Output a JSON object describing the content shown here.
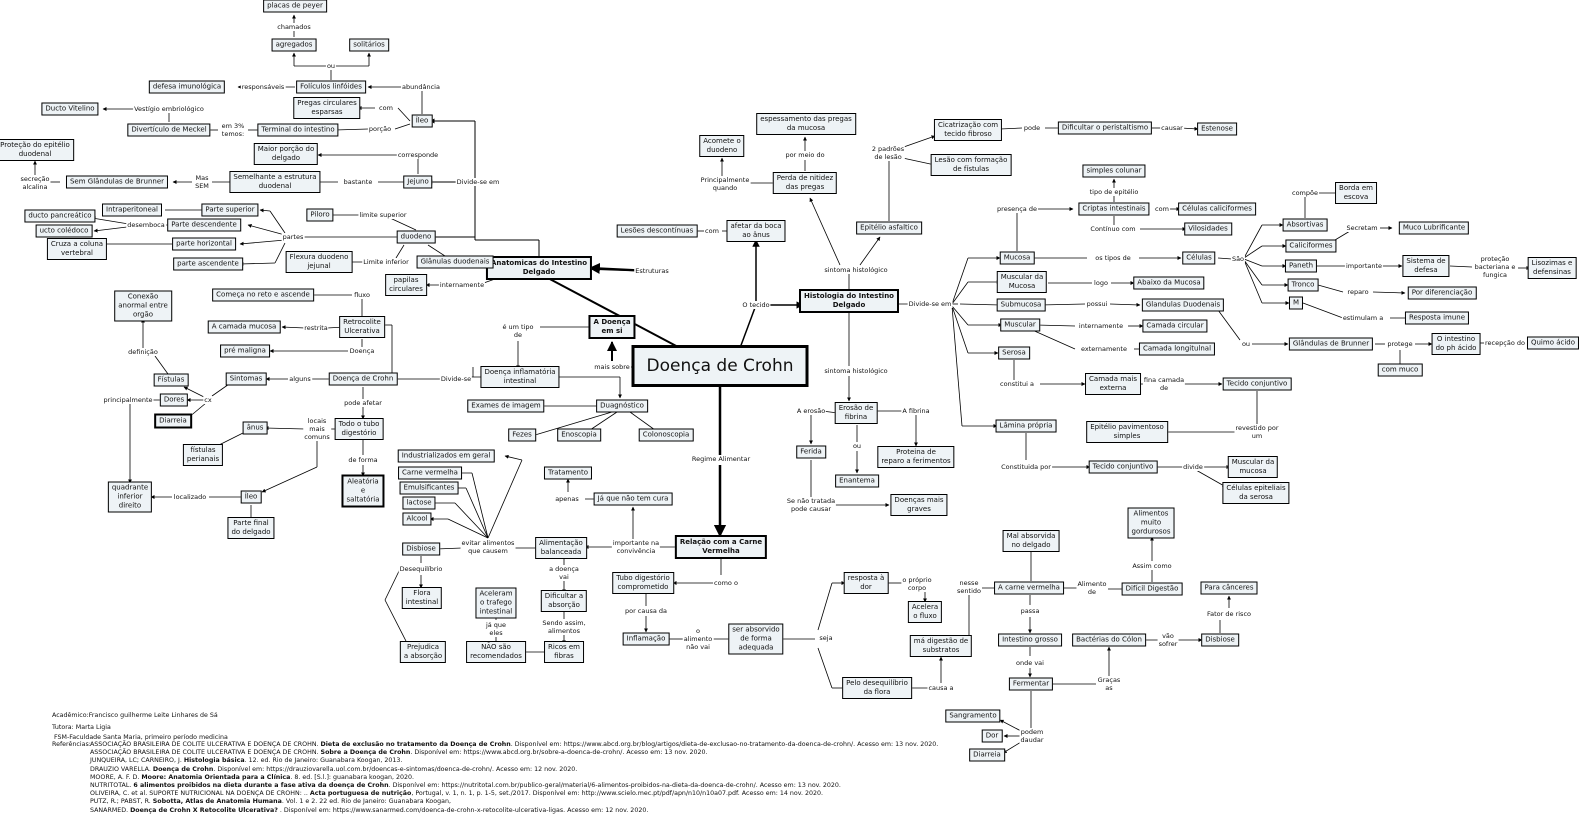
{
  "title": "Doença de Crohn",
  "colors": {
    "node_fill": "#eef3f6",
    "line": "#000000",
    "background": "#ffffff"
  },
  "nodes": {
    "root": {
      "text": "Doença de Crohn"
    },
    "anat": {
      "text": "Anatomicas do Intestino\nDelgado"
    },
    "hist": {
      "text": "Histologia do Intestino\nDelgado"
    },
    "doenca_em_si": {
      "text": "A Doença\nem si"
    },
    "relacao": {
      "text": "Relação com a Carne\nVermelha"
    },
    "placas": {
      "text": "placas de peyer"
    },
    "agregados": {
      "text": "agregados"
    },
    "solitarios": {
      "text": "solitários"
    },
    "defesa": {
      "text": "defesa imunológica"
    },
    "foliculos": {
      "text": "Folículos linfóides"
    },
    "pregas_circ": {
      "text": "Pregas circulares\nesparsas"
    },
    "ileo": {
      "text": "Íleo"
    },
    "ducto_vit": {
      "text": "Ducto Vitelino"
    },
    "diverticulo": {
      "text": "Divertículo de Meckel"
    },
    "terminal": {
      "text": "Terminal do intestino"
    },
    "protecao_epi": {
      "text": "Proteção do epitélio\nduodenal"
    },
    "maior_porcao": {
      "text": "Maior porção do\ndelgado"
    },
    "sem_brunner": {
      "text": "Sem Glândulas de Brunner"
    },
    "semelhante": {
      "text": "Semelhante a estrutura\nduodenal"
    },
    "jejuno": {
      "text": "Jejuno"
    },
    "intraperit": {
      "text": "Intraperitoneal"
    },
    "parte_sup": {
      "text": "Parte superior"
    },
    "ducto_panc": {
      "text": "ducto pancreático"
    },
    "parte_desc": {
      "text": "Parte descendente"
    },
    "ducto_col": {
      "text": "ucto colédoco"
    },
    "cruza": {
      "text": "Cruza a coluna\nvertebral"
    },
    "parte_hor": {
      "text": "parte horizontal"
    },
    "parte_asc": {
      "text": "parte ascendente"
    },
    "piloro": {
      "text": "Piloro"
    },
    "duodeno": {
      "text": "duodeno"
    },
    "flexura": {
      "text": "Flexura duodeno\njejunal"
    },
    "glan_duod_l": {
      "text": "Glânulas duodenais"
    },
    "papilas": {
      "text": "papilas\ncirculares"
    },
    "conexao": {
      "text": "Conexão\nanormal entre\norgão"
    },
    "comeca": {
      "text": "Começa no reto e ascende"
    },
    "retocolite": {
      "text": "Retrocolite\nUlcerativa"
    },
    "camada_muc": {
      "text": "A camada mucosa"
    },
    "pre_maligna": {
      "text": "pré maligna"
    },
    "fistulas": {
      "text": "Fístulas"
    },
    "sintomas": {
      "text": "Sintomas"
    },
    "doenca_crohn2": {
      "text": "Doença de Crohn"
    },
    "dores": {
      "text": "Dores"
    },
    "diarreia1": {
      "text": "Diarreia"
    },
    "anus": {
      "text": "ânus"
    },
    "todo_tubo": {
      "text": "Todo o tubo\ndigestório"
    },
    "fist_perianais": {
      "text": "fístulas\nperianais"
    },
    "quadrante": {
      "text": "quadrante\ninferior\ndireito"
    },
    "ileo2": {
      "text": "Íleo"
    },
    "aleatoria": {
      "text": "Aleatória\ne\nsaltatória"
    },
    "parte_final": {
      "text": "Parte final\ndo delgado"
    },
    "dii": {
      "text": "Doença inflamatória\nintestinal"
    },
    "exames": {
      "text": "Exames de imagem"
    },
    "diagnostico": {
      "text": "Duagnóstico"
    },
    "fezes": {
      "text": "Fezes"
    },
    "enoscopia": {
      "text": "Enoscopia"
    },
    "colonoscopia": {
      "text": "Colonoscopia"
    },
    "industrial": {
      "text": "Industrializados em geral"
    },
    "carne_v": {
      "text": "Carne vermelha"
    },
    "emulsif": {
      "text": "Emulsificantes"
    },
    "lactose": {
      "text": "lactose"
    },
    "alcool": {
      "text": "Alcool"
    },
    "disbiose1": {
      "text": "Disbiose"
    },
    "flora": {
      "text": "Flora\nintestinal"
    },
    "prejudica": {
      "text": "Prejudica\na absorção"
    },
    "tratamento": {
      "text": "Tratamento"
    },
    "ja_que": {
      "text": "Já que não tem cura"
    },
    "alim_bal": {
      "text": "Alimentação\nbalanceada"
    },
    "aceleram": {
      "text": "Aceleram\no trafego\nintestinal"
    },
    "dificultar": {
      "text": "Dificultar a\nabsorção"
    },
    "nao_rec": {
      "text": "NÃO são\nrecomendados"
    },
    "ricos": {
      "text": "Ricos em\nfibras"
    },
    "tubo_comp": {
      "text": "Tubo digestório\ncomprometido"
    },
    "inflamacao": {
      "text": "Inflamação"
    },
    "ser_abs": {
      "text": "ser absorvido\nde forma\nadequada"
    },
    "acomete": {
      "text": "Acomete o\nduodeno"
    },
    "espessamento": {
      "text": "espessamento das pregas\nda mucosa"
    },
    "perda": {
      "text": "Perda de nitidez\ndas pregas"
    },
    "lesoes_desc": {
      "text": "Lesões descontínuas"
    },
    "afetar": {
      "text": "afetar da boca\nao ânus"
    },
    "epitelio_asf": {
      "text": "Epitélio asfaltico"
    },
    "cicatrizacao": {
      "text": "Cicatrização com\ntecido fibroso"
    },
    "lesao_fist": {
      "text": "Lesão com formação\nde fístulas"
    },
    "dificultar_per": {
      "text": "Dificultar o peristaltismo"
    },
    "estenose": {
      "text": "Estenose"
    },
    "erosao": {
      "text": "Erosão de\nfibrina"
    },
    "ferida": {
      "text": "Ferida"
    },
    "enantema": {
      "text": "Enantema"
    },
    "proteina": {
      "text": "Proteina de\nreparo a ferimentos"
    },
    "doencas_graves": {
      "text": "Doenças mais\ngraves"
    },
    "simples_col": {
      "text": "simples colunar"
    },
    "criptas": {
      "text": "Criptas intestinais"
    },
    "cel_calic": {
      "text": "Células caliciformes"
    },
    "vilosidades": {
      "text": "Vilosidades"
    },
    "mucosa": {
      "text": "Mucosa"
    },
    "celulas": {
      "text": "Células"
    },
    "musc_mucosa": {
      "text": "Muscular da\nMucosa"
    },
    "abaixo": {
      "text": "Abaixo da Mucosa"
    },
    "submucosa": {
      "text": "Submucosa"
    },
    "glan_duod_r": {
      "text": "Glandulas Duodenais"
    },
    "muscular": {
      "text": "Muscular"
    },
    "cam_circ": {
      "text": "Camada circular"
    },
    "cam_long": {
      "text": "Camada longitulnal"
    },
    "serosa": {
      "text": "Serosa"
    },
    "cam_ext": {
      "text": "Camada mais\nexterna"
    },
    "tec_conj1": {
      "text": "Tecido conjuntivo"
    },
    "epi_pav": {
      "text": "Epitélio pavimentoso\nsimples"
    },
    "lamina": {
      "text": "Lâmina própria"
    },
    "tec_conj2": {
      "text": "Tecido conjuntivo"
    },
    "musc_da_muc": {
      "text": "Muscular da\nmucosa"
    },
    "cel_epi_ser": {
      "text": "Células epiteliais\nda serosa"
    },
    "borda": {
      "text": "Borda em\nescova"
    },
    "absortivas": {
      "text": "Absortivas"
    },
    "caliciformes": {
      "text": "Caliciformes"
    },
    "muco_lub": {
      "text": "Muco Lubrificante"
    },
    "paneth": {
      "text": "Paneth"
    },
    "sist_defesa": {
      "text": "Sistema de\ndefesa"
    },
    "lisozimas": {
      "text": "Lisozimas e\ndefensinas"
    },
    "tronco": {
      "text": "Tronco"
    },
    "por_dif": {
      "text": "Por diferenciação"
    },
    "m_cell": {
      "text": "M"
    },
    "resp_imune": {
      "text": "Resposta imune"
    },
    "glan_brunner": {
      "text": "Glândulas de Brunner"
    },
    "o_intestino": {
      "text": "O intestino\ndo ph ácido"
    },
    "quimo": {
      "text": "Quimo ácido"
    },
    "com_muco": {
      "text": "com muco"
    },
    "resposta_dor": {
      "text": "resposta à\ndor"
    },
    "acelera": {
      "text": "Acelera\no fluxo"
    },
    "ma_digestao": {
      "text": "má digestão de\nsubstratos"
    },
    "pelo_deseq": {
      "text": "Pelo desequilíbrio\nda flora"
    },
    "mal_abs": {
      "text": "Mal absorvida\nno delgado"
    },
    "carne_verm2": {
      "text": "A carne vermelha"
    },
    "alim_gord": {
      "text": "Alimentos\nmuito\ngordurosos"
    },
    "dificil": {
      "text": "Difícil Digestão"
    },
    "para_canceres": {
      "text": "Para cânceres"
    },
    "int_grosso": {
      "text": "Intestino grosso"
    },
    "bacterias": {
      "text": "Bactérias do Cólon"
    },
    "disbiose2": {
      "text": "Disbiose"
    },
    "fermentar": {
      "text": "Fermentar"
    },
    "sangramento": {
      "text": "Sangramento"
    },
    "dor": {
      "text": "Dor"
    },
    "diarreia2": {
      "text": "Diarreia"
    }
  },
  "labels": {
    "chamados": "chamados",
    "ou1": "ou",
    "responsaveis": "responsáveis",
    "abundancia": "abundância",
    "com1": "com",
    "vestigio": "Vestígio embriológico",
    "em3": "em 3%\ntemos:",
    "porcao": "porção",
    "corresponde": "corresponde",
    "secrecao": "secreção\nalcalina",
    "mas_sem": "Mas\nSEM",
    "bastante": "bastante",
    "divide_em1": "Divide-se em",
    "desemboca": "desemboca",
    "partes": "partes",
    "limite_sup": "limite superior",
    "limite_inf": "Limite inferior",
    "internamente1": "internamente",
    "estruturas": "Estruturas",
    "fluxo": "fluxo",
    "restrita": "restrita",
    "doenca": "Doença",
    "definicao": "definição",
    "alguns": "alguns",
    "divide_se": "Divide-se",
    "cx": "cx",
    "principalmente": "principalmente",
    "pode_afetar": "pode afetar",
    "locais": "locais\nmais\ncomuns",
    "de_forma": "de forma",
    "localizado": "localizado",
    "e_um_tipo": "é um tipo\nde",
    "mais_sobre": "mais sobre",
    "dot": "-",
    "regime": "Regime Alimentar",
    "o_tecido": "O tecido",
    "com2": "com",
    "principalmente_q": "Principalmente\nquando",
    "por_meio": "por meio do",
    "padroes": "2 padrões\nde lesão",
    "pode": "pode",
    "causar": "causar",
    "sintoma_h1": "sintoma histológico",
    "sintoma_h2": "sintoma histológico",
    "divide_em2": "Divide-se em",
    "a_erosao": "A erosão",
    "a_fibrina": "A fibrina",
    "ou2": "ou",
    "se_nao": "Se não tratada\npode causar",
    "presenca": "presença de",
    "tipo_epi": "tipo de epitélio",
    "com3": "com",
    "continuo": "Contínuo com",
    "os_tipos": "os tipos de",
    "sao": "São",
    "logo": "logo",
    "possui": "possui",
    "intern2": "internamente",
    "externamente": "externamente",
    "constitui": "constitui a",
    "fina": "fina camada\nde",
    "revestido": "revestido por\num",
    "constituida": "Constituida por",
    "divide": "divide",
    "ou3": "ou",
    "compoe": "compõe",
    "secretam": "Secretam",
    "importante": "importante",
    "protecao_bf": "proteção\nbacteriana e\nfungica",
    "reparo": "reparo",
    "estimulam": "estimulam a",
    "protege": "protege",
    "recepcao": "recepção do",
    "evitar": "evitar alimentos\nque causem",
    "desequilibrio": "Desequilíbrio",
    "apenas": "apenas",
    "importante_conv": "importante na\nconvivência",
    "a_doenca_vai": "a doença\nvai",
    "sendo_assim": "Sendo assim,\nalimentos",
    "ja_que_eles": "já que\neles",
    "como_o": "como o",
    "por_causa": "por causa da",
    "o_alimento": "o\nalimento\nnão vai",
    "seja": "seja",
    "proprio": "o próprio\ncorpo",
    "causa_a": "causa a",
    "nesse": "nesse\nsentido",
    "alimento_de": "Alimento\nde",
    "assim_como": "Assim como",
    "passa": "passa",
    "onde_vai": "onde vai",
    "gracas": "Graças\nas",
    "vao_sofrer": "vão\nsofrer",
    "fator": "Fator de risco",
    "podem": "podem\ndaudar"
  },
  "footer": {
    "academico": "Acadêmico:Francisco guilherme Leite Linhares de Sá",
    "tutora": "Tutora: Marta Ligia",
    "faculdade": "FSM-Faculdade Santa Maria, primeiro período medicina",
    "ref_label": "Referências:",
    "references": [
      {
        "pre": "ASSOCIAÇÃO BRASILEIRA DE COLITE ULCERATIVA E DOENÇA DE CROHN. ",
        "bold": "Dieta de exclusão no tratamento da Doença de Crohn",
        "post": ". Disponível em: https://www.abcd.org.br/blog/artigos/dieta-de-exclusao-no-tratamento-da-doenca-de-crohn/. Acesso em: 13 nov. 2020."
      },
      {
        "pre": "ASSOCIAÇÃO BRASILEIRA DE COLITE ULCERATIVA E DOENÇA DE CROHN. ",
        "bold": "Sobre a Doença de Crohn",
        "post": ". Disponível em: https://www.abcd.org.br/sobre-a-doenca-de-crohn/. Acesso em: 13 nov. 2020."
      },
      {
        "pre": "JUNQUEIRA, LC; CARNEIRO, J. ",
        "bold": "Histologia básica",
        "post": ". 12. ed. Rio de Janeiro: Guanabara Koogan, 2013."
      },
      {
        "pre": "DRAUZIO VARELLA. ",
        "bold": "Doença de Crohn",
        "post": ". Disponível em: https://drauziovarella.uol.com.br/doencas-e-sintomas/doenca-de-crohn/. Acesso em: 12 nov. 2020."
      },
      {
        "pre": "MOORE, A. F. D. ",
        "bold": "Moore: Anatomia Orientada para a Clínica",
        "post": ". 8. ed. [S.l.]: guanabara koogan, 2020."
      },
      {
        "pre": "NUTRITOTAL. ",
        "bold": "6 alimentos proibidos na dieta durante a fase ativa da doença de Crohn",
        "post": ". Disponível em: https://nutritotal.com.br/publico-geral/material/6-alimentos-proibidos-na-dieta-da-doenca-de-crohn/. Acesso em: 13 nov. 2020."
      },
      {
        "pre": "OLIVEIRA, C. et al. SUPORTE NUTRICIONAL NA DOENÇA DE CROHN: .. ",
        "bold": "Acta portuguesa de nutrição",
        "post": ", Portugal, v. 1, n. 1, p. 1-5, set./2017. Disponível em: http://www.scielo.mec.pt/pdf/apn/n10/n10a07.pdf. Acesso em: 14 nov. 2020."
      },
      {
        "pre": "PUTZ, R.; PABST, R. ",
        "bold": "Sobotta, Atlas de Anatomia Humana",
        "post": ". Vol. 1 e 2. 22 ed. Rio de Janeiro: Guanabara Koogan,"
      },
      {
        "pre": "SANARMED. ",
        "bold": "Doença de Crohn X Retocolite Ulcerativa?",
        "post": " . Disponível em: https://www.sanarmed.com/doenca-de-crohn-x-retocolite-ulcerativa-ligas. Acesso em: 12 nov. 2020."
      }
    ]
  }
}
